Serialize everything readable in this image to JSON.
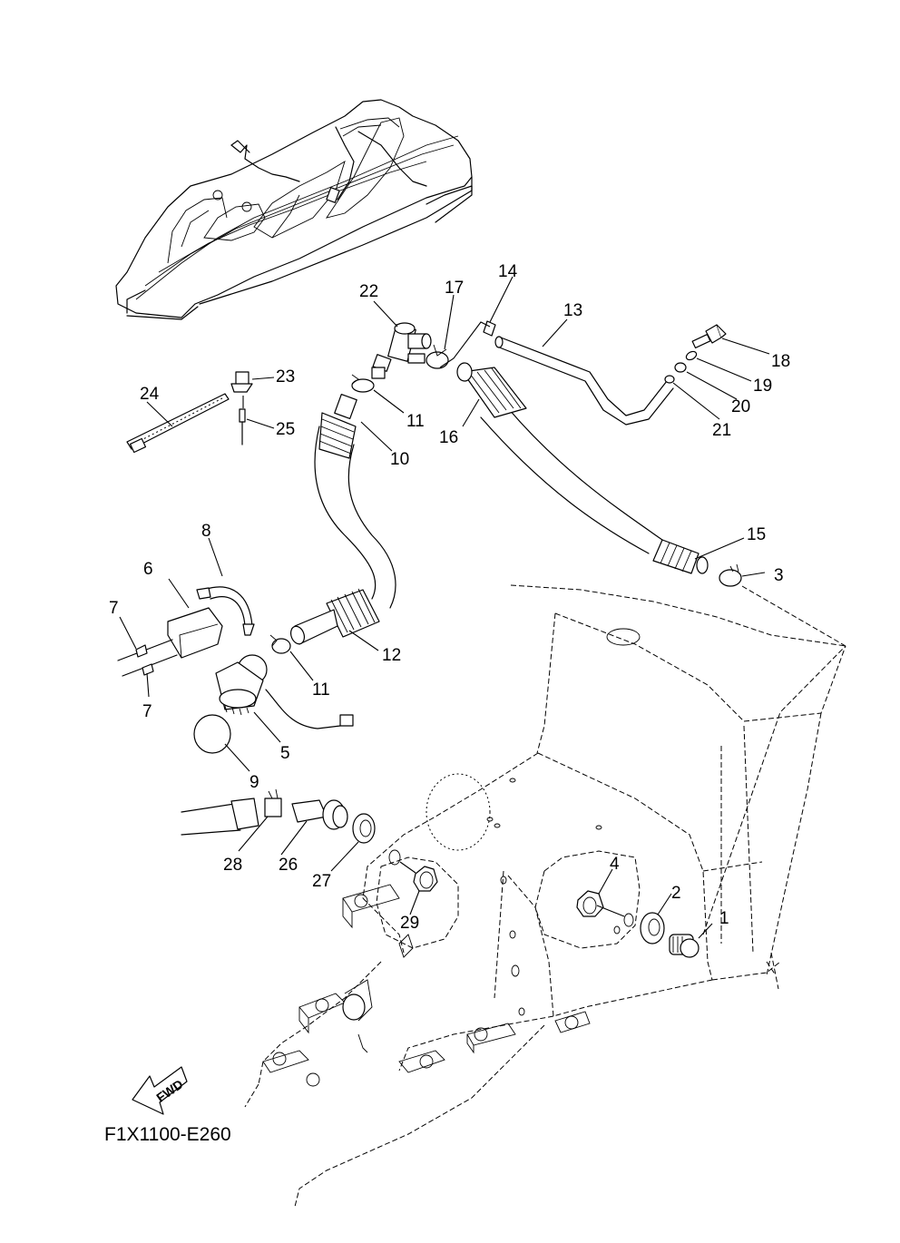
{
  "diagram": {
    "title": "Bilge system exploded parts diagram",
    "figure_code": "F1X1100-E260",
    "direction_indicator": "FWD",
    "callouts": [
      {
        "number": "1",
        "part": "drain-plug"
      },
      {
        "number": "2",
        "part": "washer"
      },
      {
        "number": "3",
        "part": "hose-clamp"
      },
      {
        "number": "4",
        "part": "nut"
      },
      {
        "number": "5",
        "part": "bilge-pump"
      },
      {
        "number": "6",
        "part": "pump-bracket"
      },
      {
        "number": "7",
        "part": "rivet-a"
      },
      {
        "number": "7",
        "part": "rivet-b"
      },
      {
        "number": "8",
        "part": "pump-holder"
      },
      {
        "number": "9",
        "part": "strainer-cap"
      },
      {
        "number": "10",
        "part": "hose-upper-end"
      },
      {
        "number": "11",
        "part": "hose-clamp-upper"
      },
      {
        "number": "11",
        "part": "hose-clamp-lower"
      },
      {
        "number": "12",
        "part": "bilge-hose"
      },
      {
        "number": "13",
        "part": "breather-pipe"
      },
      {
        "number": "14",
        "part": "small-clip"
      },
      {
        "number": "15",
        "part": "outlet-hose-end"
      },
      {
        "number": "16",
        "part": "outlet-hose"
      },
      {
        "number": "17",
        "part": "clamp"
      },
      {
        "number": "18",
        "part": "fitting"
      },
      {
        "number": "19",
        "part": "washer"
      },
      {
        "number": "20",
        "part": "nut"
      },
      {
        "number": "21",
        "part": "clip"
      },
      {
        "number": "22",
        "part": "t-joint"
      },
      {
        "number": "23",
        "part": "holder"
      },
      {
        "number": "24",
        "part": "cable-tie"
      },
      {
        "number": "25",
        "part": "rivet"
      },
      {
        "number": "26",
        "part": "hose-joint"
      },
      {
        "number": "27",
        "part": "washer"
      },
      {
        "number": "28",
        "part": "clamp"
      },
      {
        "number": "29",
        "part": "nut"
      }
    ]
  }
}
